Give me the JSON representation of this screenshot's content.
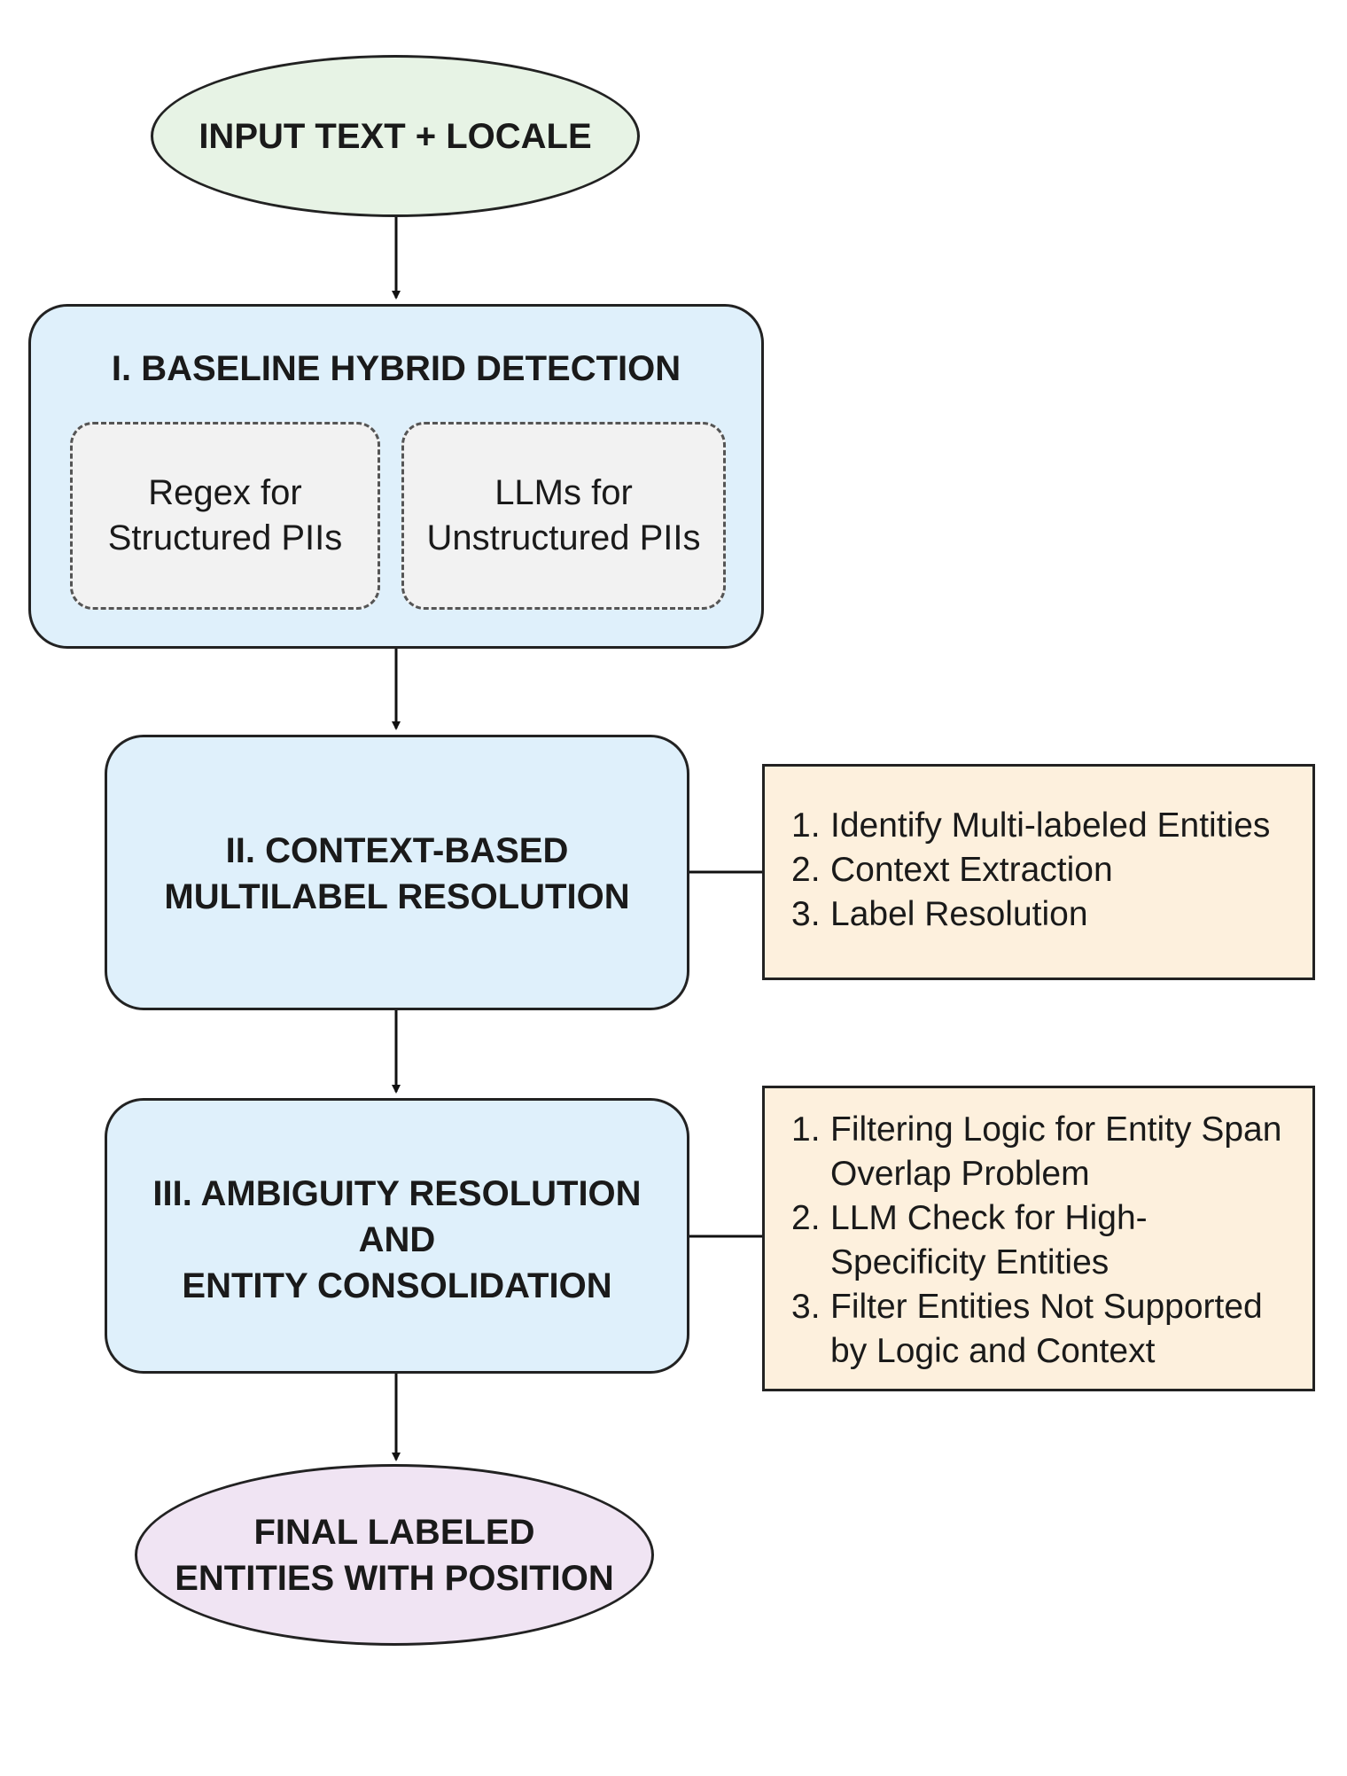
{
  "start_node": {
    "label": "INPUT TEXT + LOCALE",
    "color": "#e7f3e5"
  },
  "stage1": {
    "title": "I. BASELINE HYBRID DETECTION",
    "left_box": "Regex for\nStructured PIIs",
    "right_box": "LLMs for\nUnstructured PIIs"
  },
  "stage2": {
    "title": "II. CONTEXT-BASED\nMULTILABEL RESOLUTION",
    "notes": [
      {
        "num": "1.",
        "text": "Identify Multi-labeled Entities"
      },
      {
        "num": "2.",
        "text": "Context Extraction"
      },
      {
        "num": "3.",
        "text": "Label Resolution"
      }
    ]
  },
  "stage3": {
    "title": "III. AMBIGUITY RESOLUTION\nAND\nENTITY CONSOLIDATION",
    "notes": [
      {
        "num": "1.",
        "text": "Filtering Logic for Entity Span Overlap Problem"
      },
      {
        "num": "2.",
        "text": "LLM Check for High-Specificity Entities"
      },
      {
        "num": "3.",
        "text": "Filter Entities Not Supported by Logic and Context"
      }
    ]
  },
  "end_node": {
    "label": "FINAL LABELED\nENTITIES WITH POSITION",
    "color": "#f0e4f3"
  },
  "colors": {
    "stage_fill": "#dff0fb",
    "note_fill": "#fdf0dd",
    "subbox_fill": "#f2f2f2"
  }
}
